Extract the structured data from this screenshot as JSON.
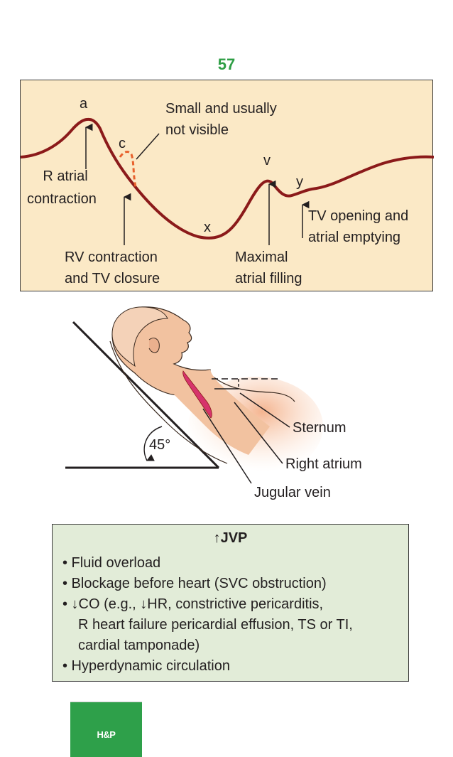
{
  "page_number": "57",
  "waveform": {
    "labels": {
      "a": "a",
      "c": "c",
      "v": "v",
      "x": "x",
      "y": "y",
      "small_note_line1": "Small and usually",
      "small_note_line2": "not visible",
      "r_atrial_line1": "R atrial",
      "r_atrial_line2": "contraction",
      "rv_line1": "RV contraction",
      "rv_line2": "and TV closure",
      "maximal_line1": "Maximal",
      "maximal_line2": "atrial filling",
      "tv_line1": "TV opening and",
      "tv_line2": "atrial emptying"
    },
    "colors": {
      "panel": "#fbe9c6",
      "curve": "#8b1a1a",
      "dashed": "#e8612c"
    }
  },
  "patient_figure": {
    "angle": "45°",
    "sternum": "Sternum",
    "right_atrium": "Right atrium",
    "jugular_vein": "Jugular vein"
  },
  "jvp_box": {
    "title": "↑JVP",
    "items": [
      "• Fluid overload",
      "• Blockage before heart (SVC obstruction)",
      "• ↓CO (e.g., ↓HR, constrictive pericarditis,"
    ],
    "item3_cont1": "R heart failure pericardial effusion, TS or TI,",
    "item3_cont2": "cardial tamponade)",
    "item4": "• Hyperdynamic circulation",
    "background": "#e2ecd8"
  },
  "tab": {
    "label": "H&P",
    "color": "#2ea04a"
  }
}
